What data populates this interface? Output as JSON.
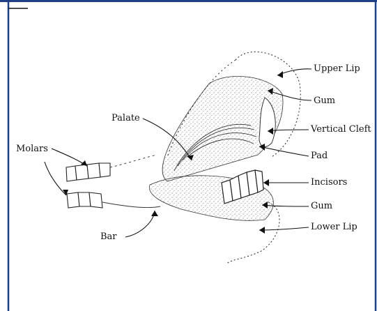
{
  "diagram": {
    "labels": {
      "upper_lip": "Upper Lip",
      "gum_upper": "Gum",
      "palate": "Palate",
      "vertical_cleft": "Vertical Cleft",
      "molars": "Molars",
      "pad": "Pad",
      "incisors": "Incisors",
      "gum_lower": "Gum",
      "lower_lip": "Lower Lip",
      "bar": "Bar"
    },
    "colors": {
      "frame": "#1f3f86",
      "ink": "#111111"
    }
  }
}
